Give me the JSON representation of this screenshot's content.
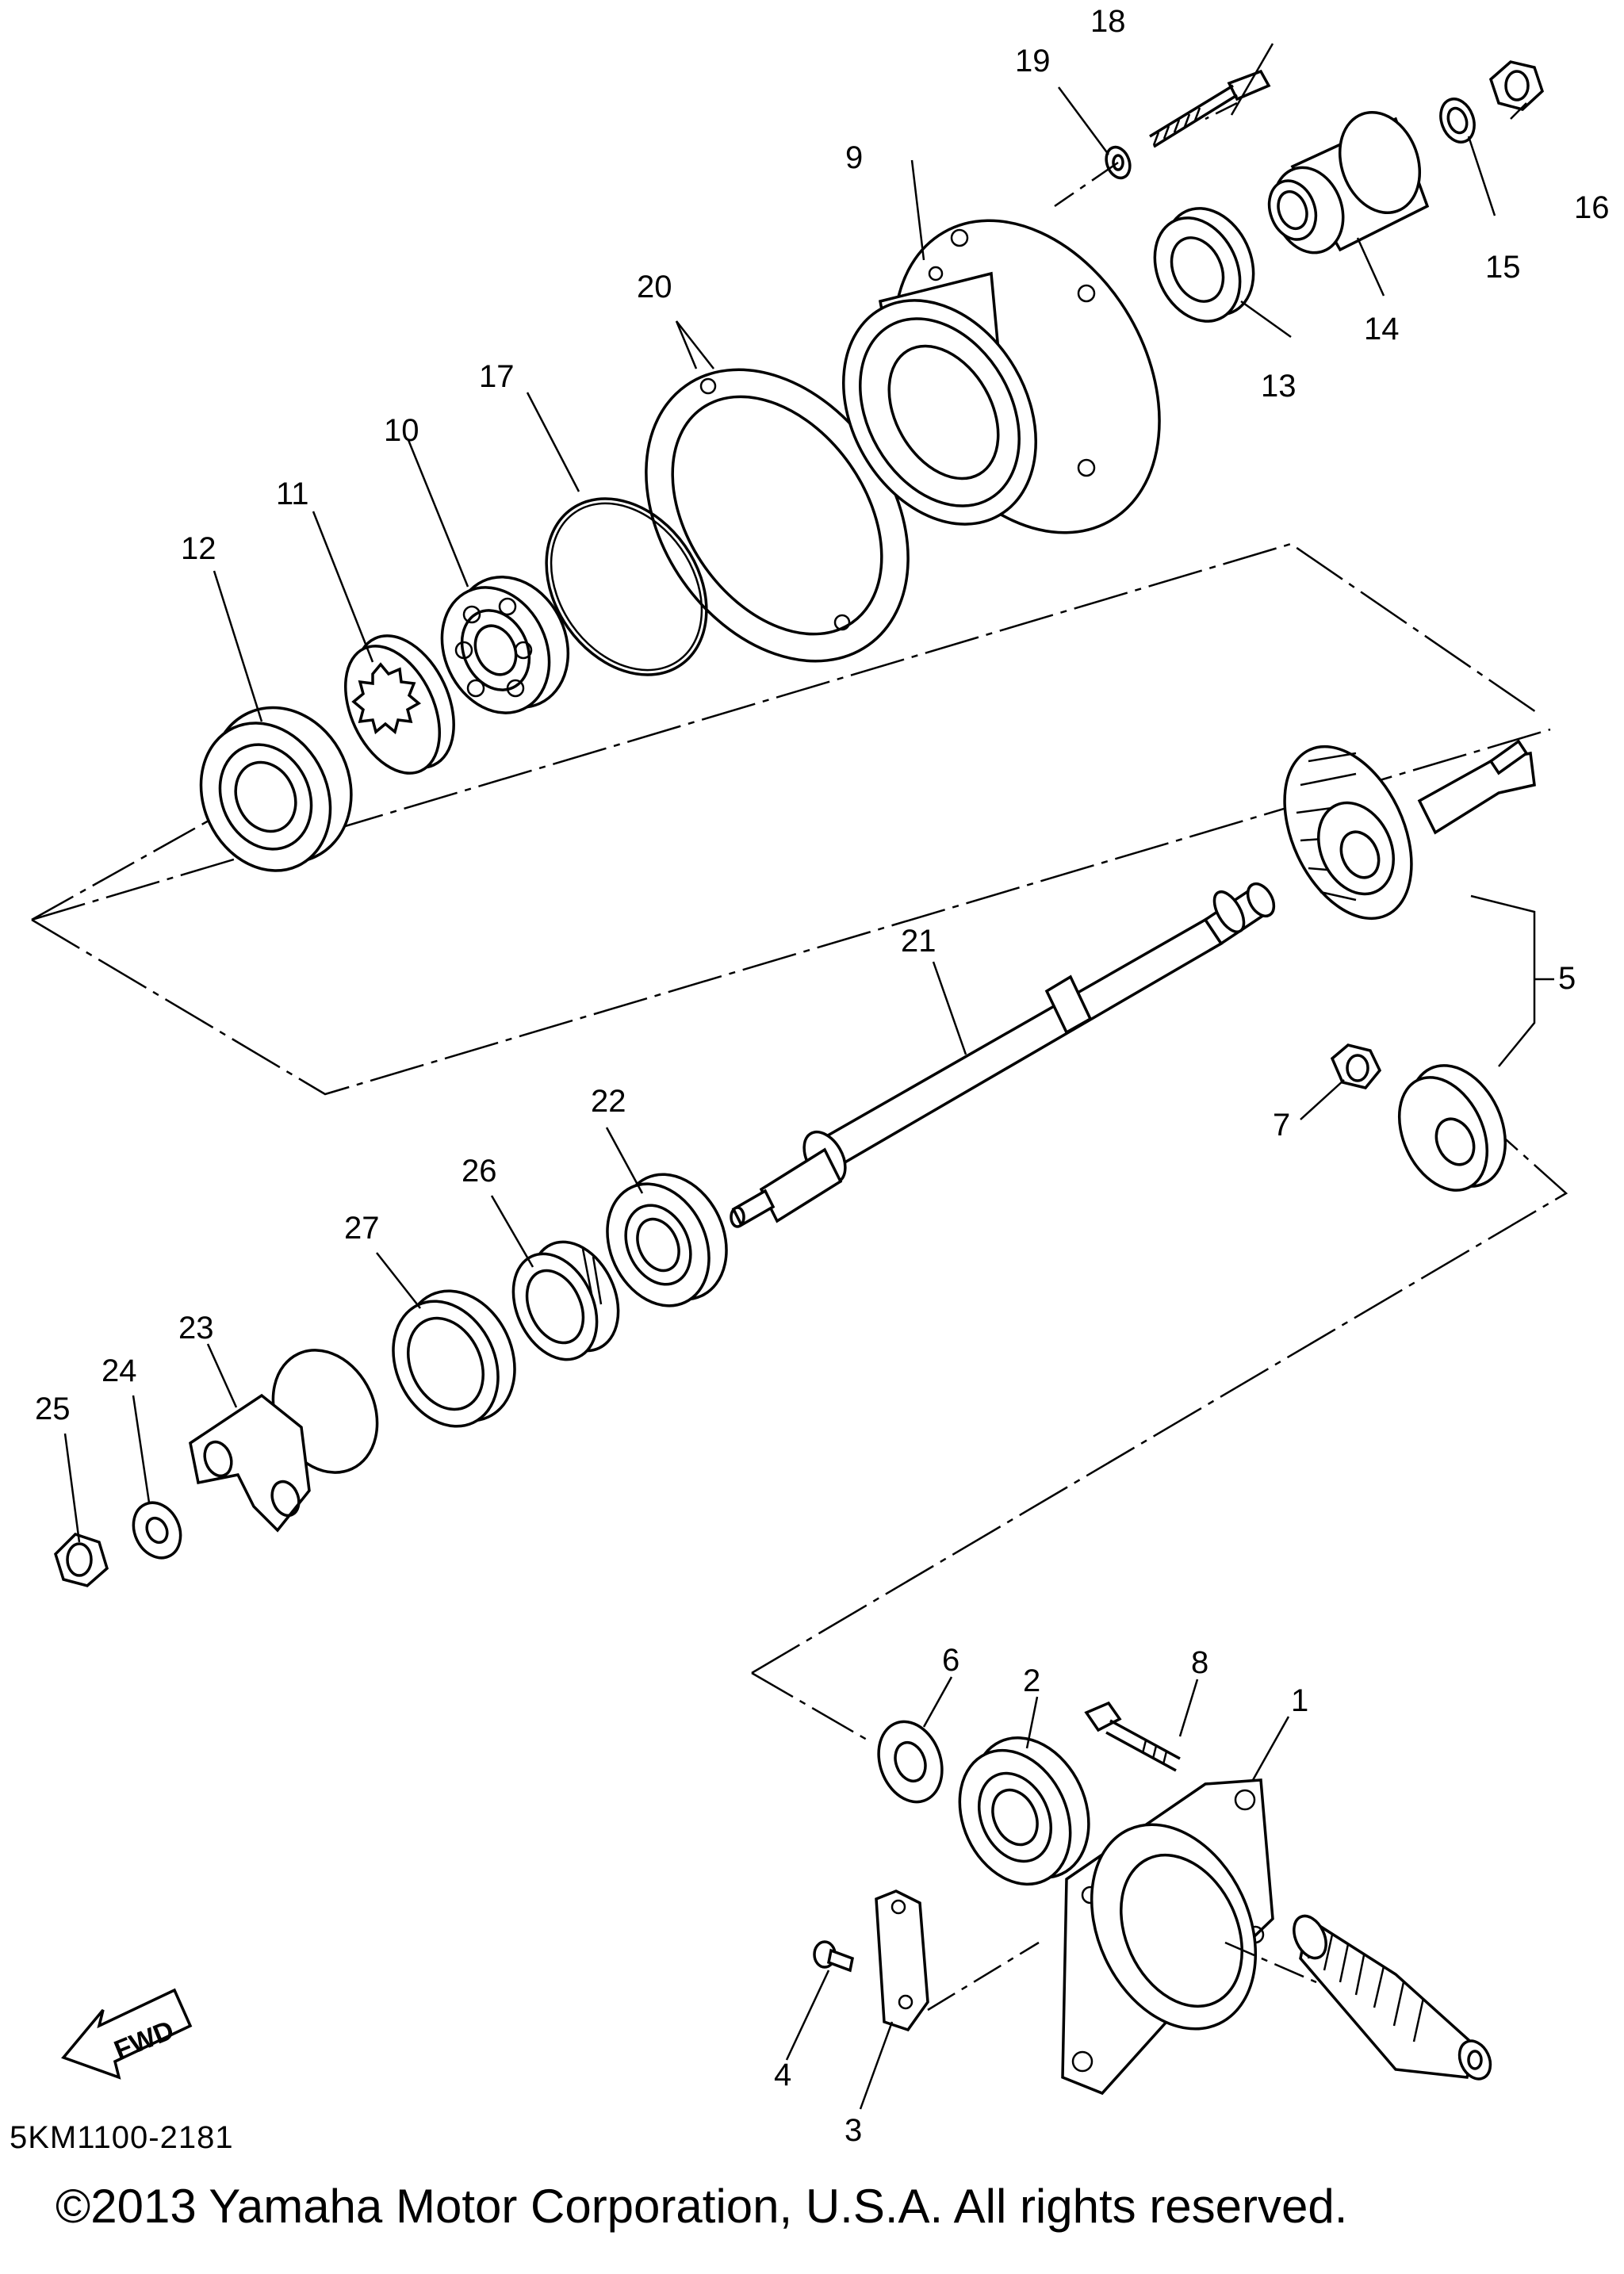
{
  "diagram_code": "5KM1100-2181",
  "copyright": "©2013 Yamaha Motor Corporation, U.S.A. All rights reserved.",
  "fwd_arrow_label": "FWD",
  "part_numbers": {
    "p1": "1",
    "p2": "2",
    "p3": "3",
    "p4": "4",
    "p5": "5",
    "p6": "6",
    "p7": "7",
    "p8": "8",
    "p9": "9",
    "p10": "10",
    "p11": "11",
    "p12": "12",
    "p13": "13",
    "p14": "14",
    "p15": "15",
    "p16": "16",
    "p17": "17",
    "p18": "18",
    "p19": "19",
    "p20": "20",
    "p21": "21",
    "p22": "22",
    "p23": "23",
    "p24": "24",
    "p25": "25",
    "p26": "26",
    "p27": "27"
  }
}
